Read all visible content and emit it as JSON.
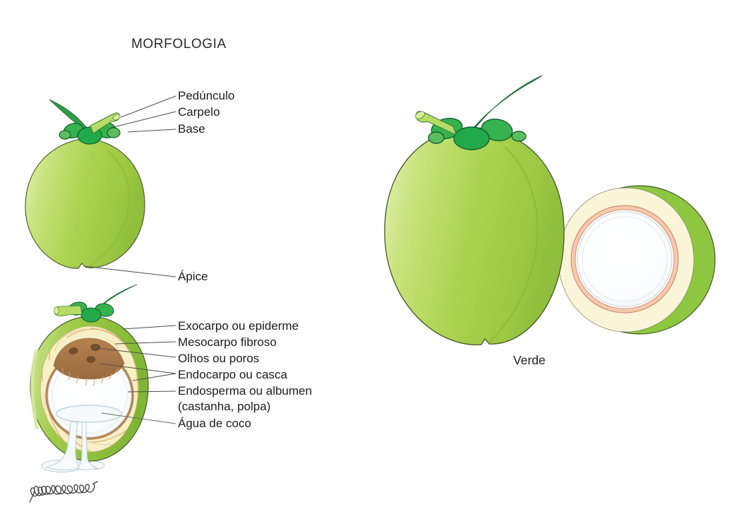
{
  "title": "MORFOLOGIA",
  "whole_fruit": {
    "labels": {
      "pedunculo": "Pedúnculo",
      "carpelo": "Carpelo",
      "base": "Base",
      "apice": "Ápice"
    }
  },
  "cross_section": {
    "labels": {
      "exocarpo": "Exocarpo ou epiderme",
      "mesocarpo": "Mesocarpo fibroso",
      "olhos": "Olhos ou poros",
      "endocarpo": "Endocarpo ou casca",
      "endosperma_line1": "Endosperma ou albumen",
      "endosperma_line2": "(castanha, polpa)",
      "agua": "Água de coco"
    }
  },
  "variety": {
    "label": "Verde"
  },
  "icons": {
    "signature": "signature-scribble"
  },
  "colors": {
    "background": "#ffffff",
    "fruit_green": "#a8d14c",
    "fruit_green_dark": "#8fbf3c",
    "fruit_highlight": "#e3f2bb",
    "sepal_green": "#22a94b",
    "stem_green": "#2f9e47",
    "stub_green": "#b6dc66",
    "mesocarp_cream": "#f7efc7",
    "fiber_tan": "#dcb472",
    "endocarp_brown": "#a87a4e",
    "eye_brown": "#74502c",
    "flesh_white": "#fbfdfe",
    "water_outline_blue": "#b7cdd9",
    "disk_face_cream": "#faf5d8",
    "disk_ring_salmon": "#f6c9ad",
    "text": "#1c1c1c",
    "leader_line": "#4d4d4d"
  }
}
